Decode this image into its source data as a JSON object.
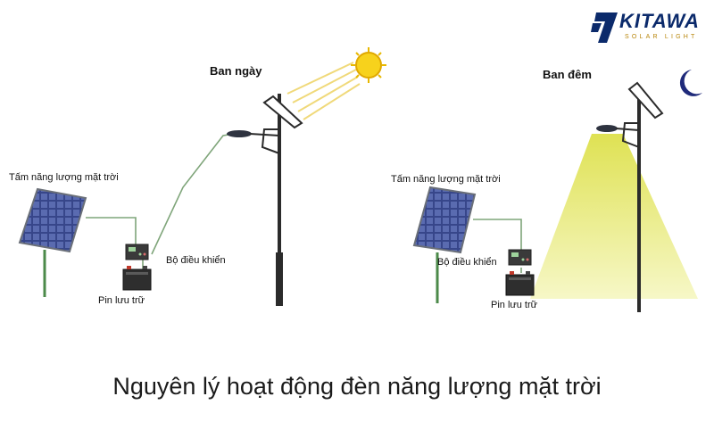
{
  "logo": {
    "word": "KITAWA",
    "sub": "SOLAR LIGHT"
  },
  "day": {
    "label": "Ban ngày",
    "panel_label": "Tấm năng lượng mặt trời",
    "controller_label": "Bộ điều khiển",
    "battery_label": "Pin lưu trữ"
  },
  "night": {
    "label": "Ban đêm",
    "panel_label": "Tấm năng lượng mặt trời",
    "controller_label": "Bộ điều khiển",
    "battery_label": "Pin lưu trữ"
  },
  "caption": "Nguyên lý hoạt động đèn năng lượng mặt trời",
  "colors": {
    "wire": "#7fa57a",
    "pole": "#2b2b2b",
    "panel": "#3b4a8c",
    "sun": "#f2c40f",
    "light": "#eef28a",
    "moon": "#1f2a7a",
    "logo_blue": "#0b2a6b",
    "logo_gold": "#b8860b"
  },
  "icons": [
    "sun-icon",
    "moon-icon",
    "solar-panel-icon",
    "controller-icon",
    "battery-icon",
    "street-lamp-icon"
  ]
}
